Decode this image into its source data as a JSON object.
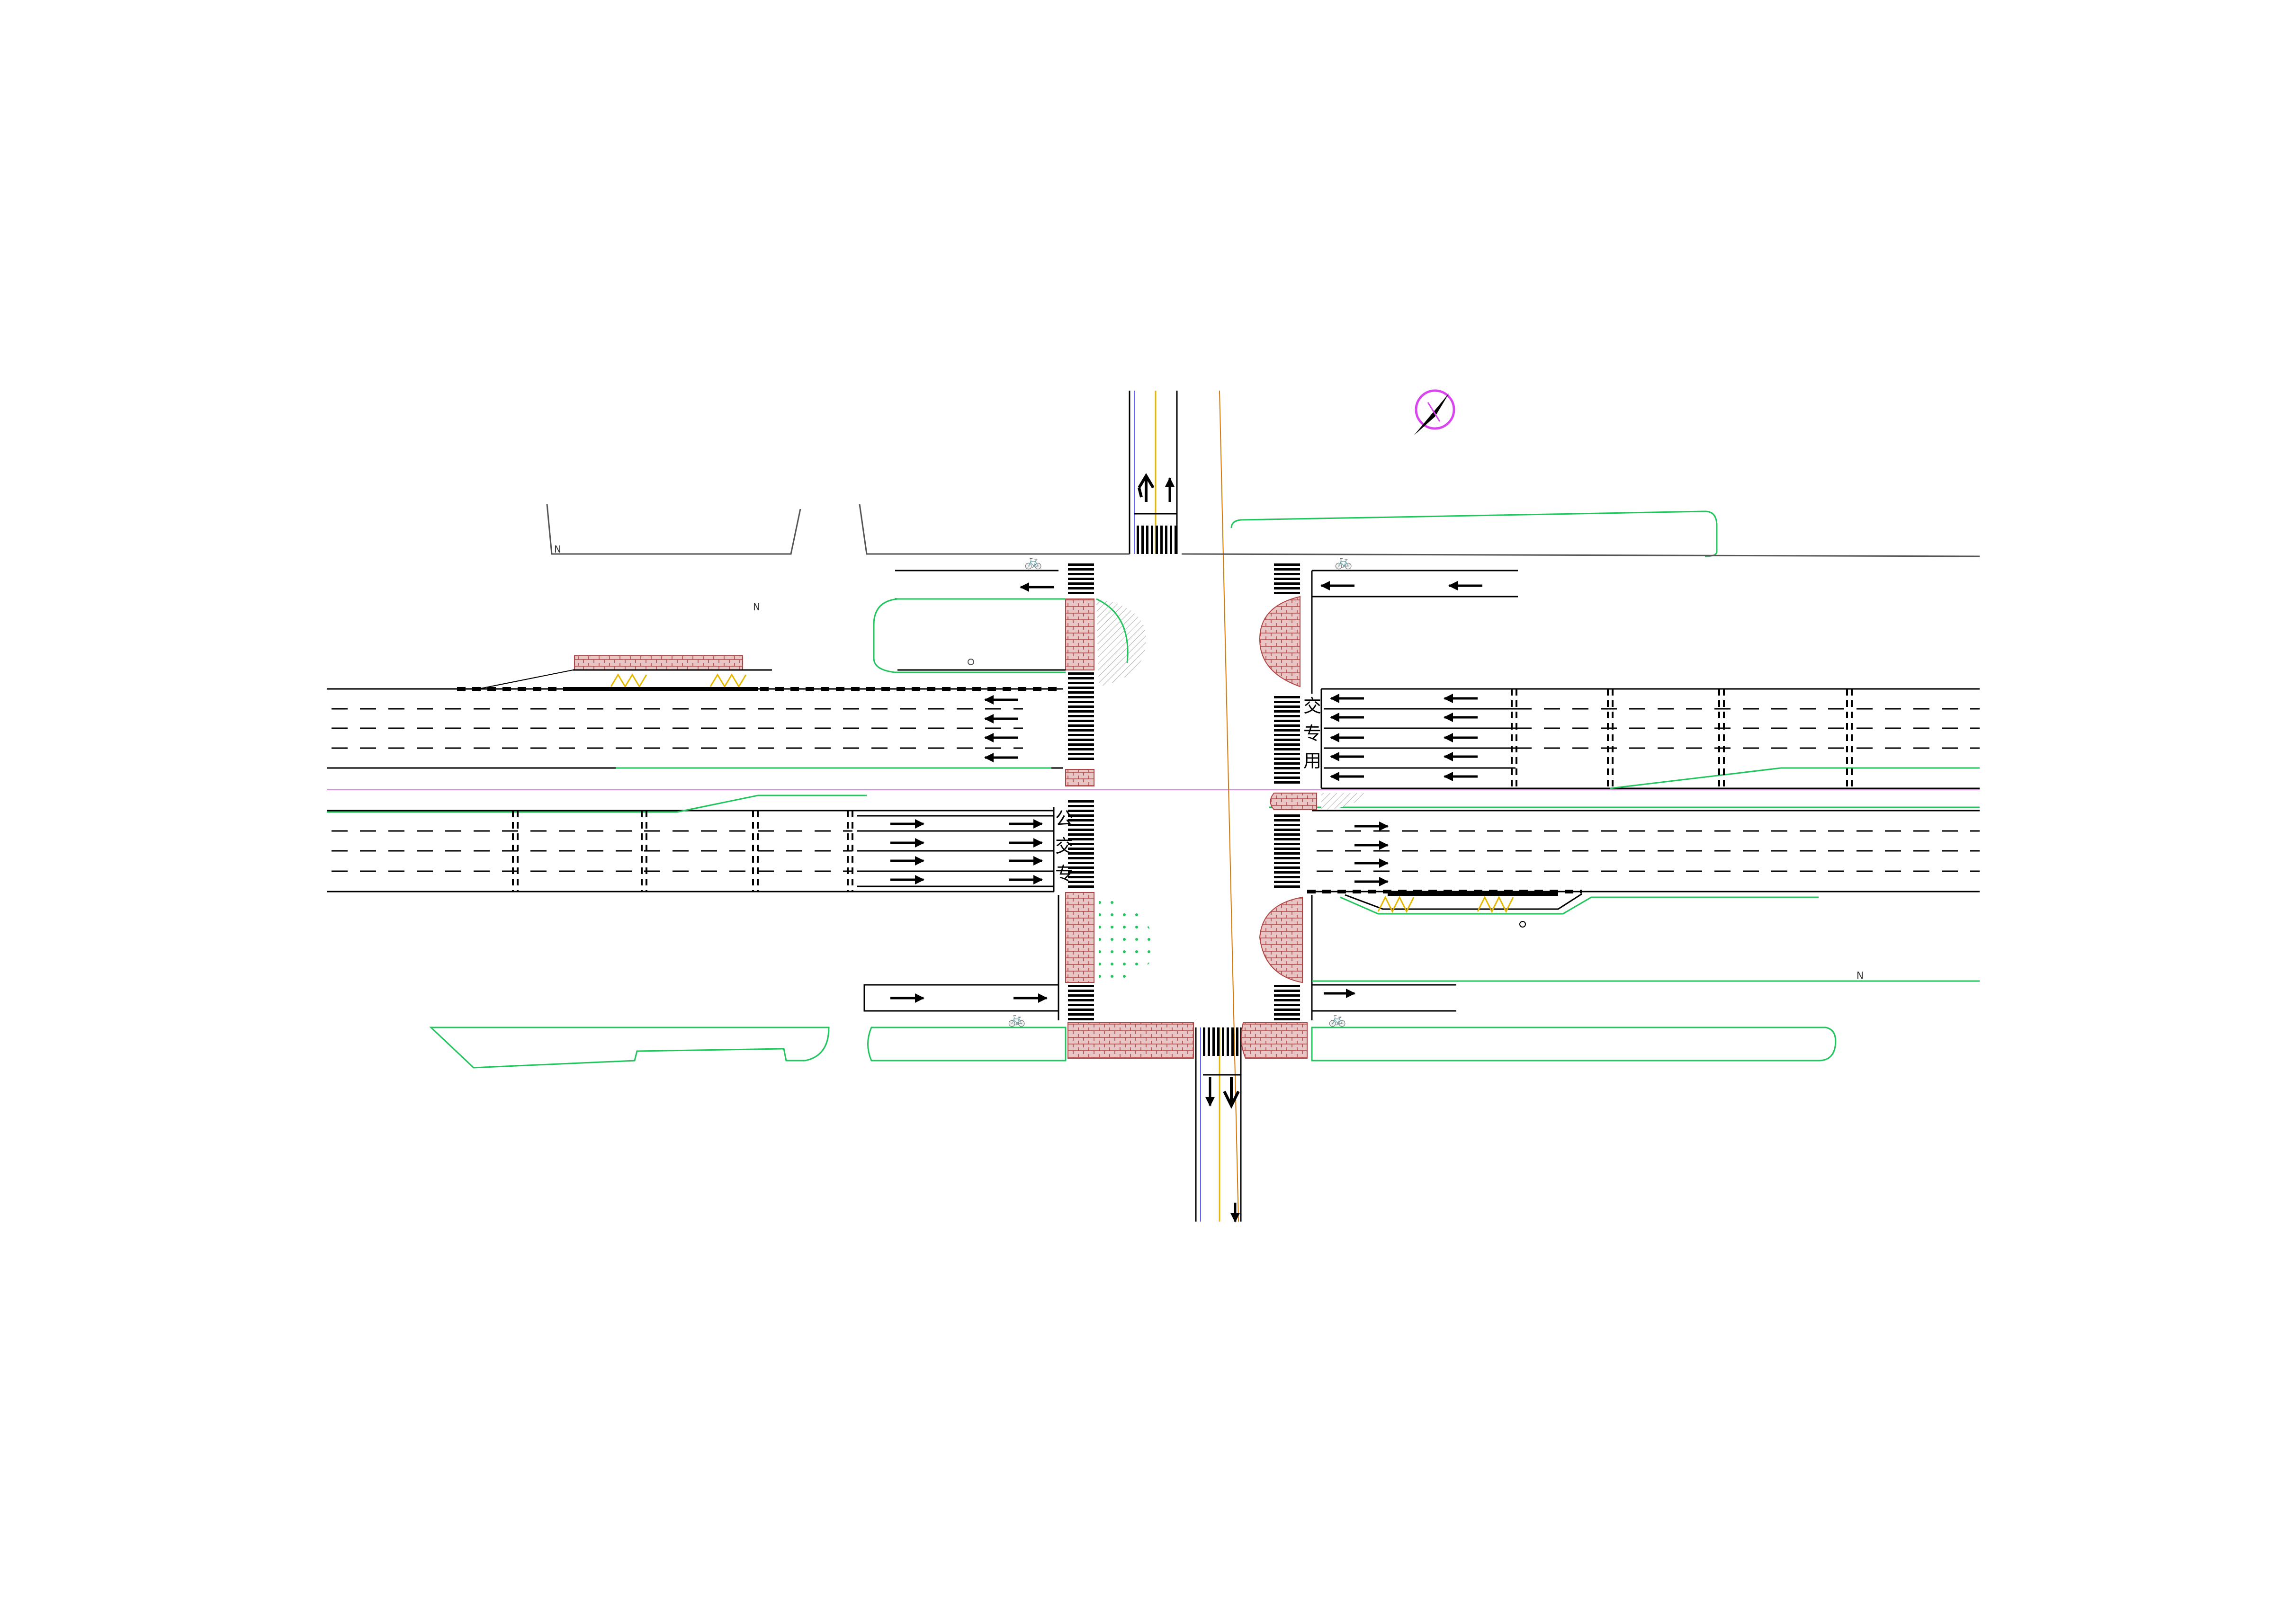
{
  "drawing": {
    "road_markings_text": {
      "bus_stop_stencil": "公交专用",
      "stencil_chars": [
        "公",
        "交",
        "专",
        "用"
      ],
      "plate_letter": "N",
      "bike_symbol": "🚲"
    },
    "north_arrow": {
      "color": "#d946ef"
    },
    "colors": {
      "lane_line": "#000000",
      "curb_line": "#22c55e",
      "paving": "#c05050",
      "center_yellow": "#e6b800",
      "centerline_magenta": "#e879f9",
      "north_arrow": "#d946ef"
    }
  }
}
